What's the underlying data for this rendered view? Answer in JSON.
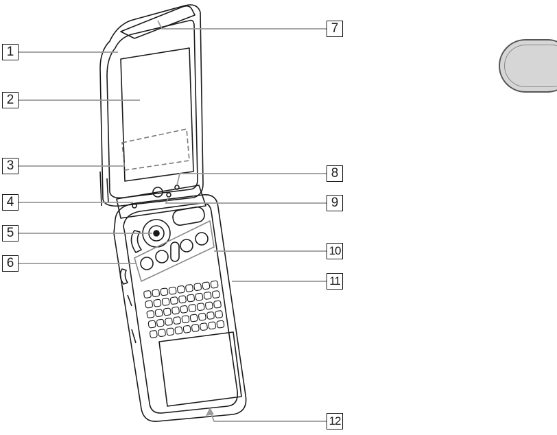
{
  "callouts": [
    {
      "number": "1"
    },
    {
      "number": "2"
    },
    {
      "number": "3"
    },
    {
      "number": "4"
    },
    {
      "number": "5"
    },
    {
      "number": "6"
    },
    {
      "number": "7"
    },
    {
      "number": "8"
    },
    {
      "number": "9"
    },
    {
      "number": "10"
    },
    {
      "number": "11"
    },
    {
      "number": "12"
    }
  ],
  "colors": {
    "ink": "#1a1a1a",
    "callout_line": "#9a9a9a",
    "tab_fill": "#d6d6d6"
  }
}
